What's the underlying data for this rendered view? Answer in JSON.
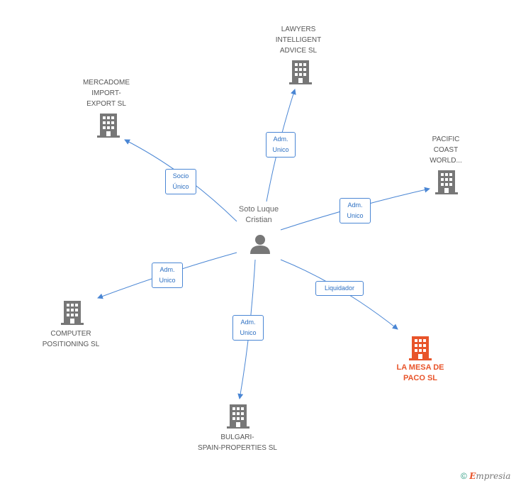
{
  "center": {
    "name": "Soto Luque\nCristian"
  },
  "nodes": [
    {
      "id": "lawyers",
      "name": "LAWYERS\nINTELLIGENT\nADVICE  SL",
      "highlight": false
    },
    {
      "id": "mercadome",
      "name": "MERCADOME\nIMPORT-\nEXPORT SL",
      "highlight": false
    },
    {
      "id": "pacific",
      "name": "PACIFIC\nCOAST\nWORLD...",
      "highlight": false
    },
    {
      "id": "computer",
      "name": "COMPUTER\nPOSITIONING SL",
      "highlight": false
    },
    {
      "id": "lamesa",
      "name": "LA MESA DE\nPACO SL",
      "highlight": true
    },
    {
      "id": "bulgari",
      "name": "BULGARI-\nSPAIN-PROPERTIES SL",
      "highlight": false
    }
  ],
  "edges": [
    {
      "target": "lawyers",
      "label": "Adm.\nUnico"
    },
    {
      "target": "mercadome",
      "label": "Socio\nÚnico"
    },
    {
      "target": "pacific",
      "label": "Adm.\nUnico"
    },
    {
      "target": "computer",
      "label": "Adm.\nUnico"
    },
    {
      "target": "lamesa",
      "label": "Liquidador"
    },
    {
      "target": "bulgari",
      "label": "Adm.\nUnico"
    }
  ],
  "colors": {
    "edge": "#4a86d4",
    "building": "#777777",
    "building_highlight": "#e8542a"
  },
  "footer": {
    "copyright": "©",
    "brand_initial": "E",
    "brand_rest": "mpresia"
  }
}
